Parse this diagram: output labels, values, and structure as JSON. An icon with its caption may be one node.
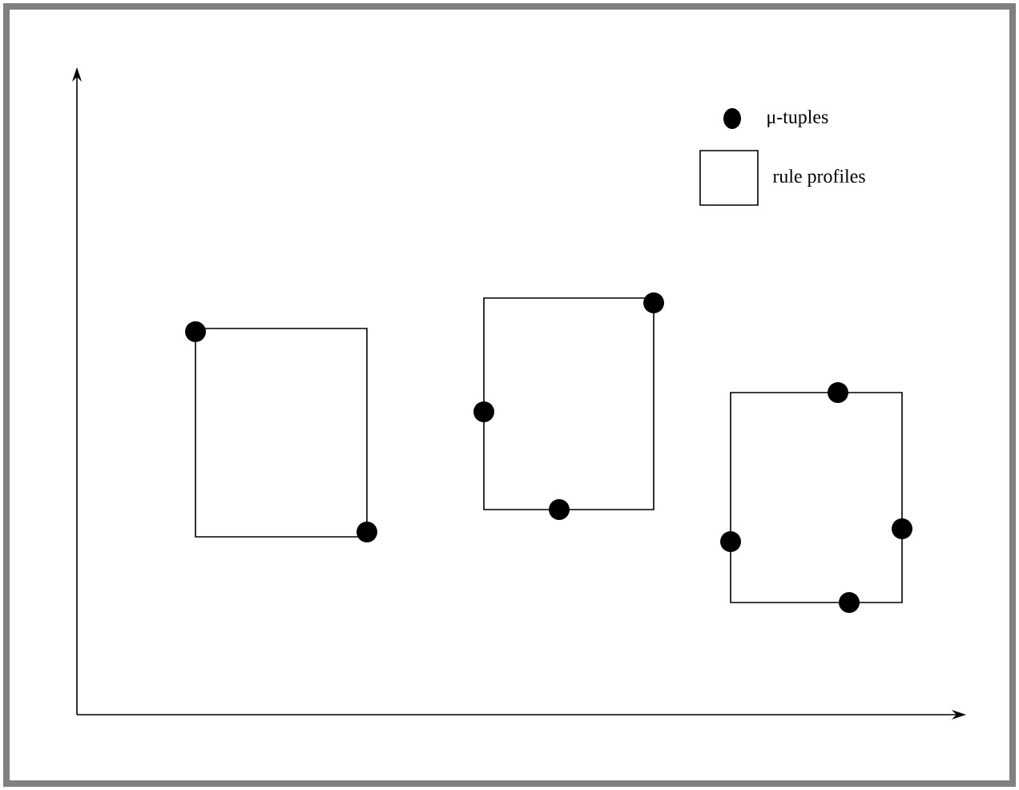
{
  "diagram": {
    "nodes": [
      {
        "text": [],
        "shape": "box"
      },
      {
        "text": [],
        "shape": "box"
      },
      {
        "text": [],
        "shape": "box"
      },
      {
        "text": [],
        "shape": "circle"
      },
      {
        "text": [],
        "shape": "circle"
      },
      {
        "text": [],
        "shape": "circle"
      },
      {
        "text": [],
        "shape": "circle"
      },
      {
        "text": [],
        "shape": "circle"
      },
      {
        "text": [],
        "shape": "circle"
      },
      {
        "text": [],
        "shape": "circle"
      },
      {
        "text": [],
        "shape": "circle"
      },
      {
        "text": [],
        "shape": "circle"
      }
    ],
    "legend": [
      {
        "text": "μ-tuples"
      },
      {
        "text": "rule profiles"
      }
    ]
  }
}
